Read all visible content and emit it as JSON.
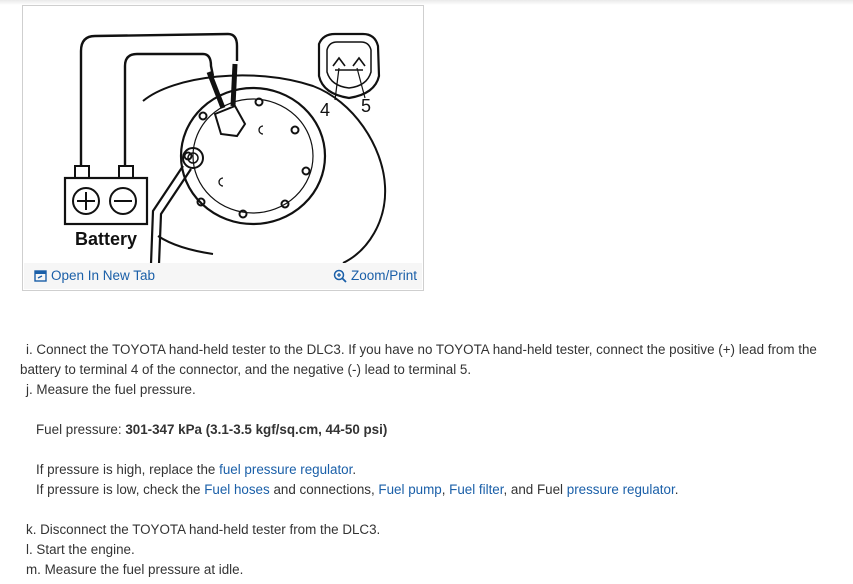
{
  "figure": {
    "battery_label": "Battery",
    "terminal_4_label": "4",
    "terminal_5_label": "5",
    "open_tab_label": "Open In New Tab",
    "zoom_label": "Zoom/Print"
  },
  "steps": {
    "i_line1": "i. Connect the TOYOTA hand-held tester to the DLC3. If you have no TOYOTA hand-held tester, connect the positive (+) lead from the",
    "i_line2": "battery to terminal 4 of the connector, and the negative (-) lead to terminal 5.",
    "j": "j. Measure the fuel pressure.",
    "spec_label": "Fuel pressure: ",
    "spec_value": "301-347 kPa (3.1-3.5 kgf/sq.cm, 44-50 psi)",
    "high_prefix": "If pressure is high, replace the ",
    "high_link": "fuel pressure regulator",
    "high_suffix": ".",
    "low_prefix": "If pressure is low, check the ",
    "low_link_hoses": "Fuel hoses",
    "low_mid1": " and connections, ",
    "low_link_pump": "Fuel pump",
    "low_mid2": ", ",
    "low_link_filter": "Fuel filter",
    "low_mid3": ", and Fuel ",
    "low_link_regulator": "pressure regulator",
    "low_suffix": ".",
    "k": "k. Disconnect the TOYOTA hand-held tester from the DLC3.",
    "l": "l. Start the engine.",
    "m": "m. Measure the fuel pressure at idle."
  }
}
